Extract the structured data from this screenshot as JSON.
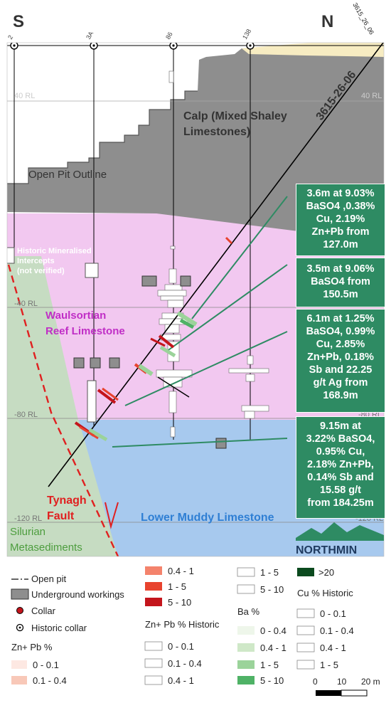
{
  "compass": {
    "south": "S",
    "north": "N"
  },
  "holes": {
    "h2": "2",
    "h3a": "3A",
    "h86": "86",
    "h138": "138",
    "new_collar": "3615_26_06",
    "new_trace": "3615-26-06"
  },
  "rl": {
    "r40": "40 RL",
    "rneg40": "-40 RL",
    "rneg80": "-80 RL",
    "rneg120": "-120 RL"
  },
  "units": {
    "calp": "Calp (Mixed Shaley",
    "calp2": "Limestones)",
    "openpit": "Open Pit Outline",
    "historic1": "Historic Mineralised",
    "historic2": "Intercepts",
    "historic3": "(not verified)",
    "waulsortian1": "Waulsortian",
    "waulsortian2": "Reef Limestone",
    "tynagh1": "Tynagh",
    "tynagh2": "Fault",
    "lml": "Lower Muddy Limestone",
    "silurian1": "Silurian",
    "silurian2": "Metasediments"
  },
  "callouts": [
    {
      "lines": [
        "3.6m at 9.03%",
        "BaSO4 ,0.38%",
        "Cu, 2.19%",
        "Zn+Pb from",
        "127.0m"
      ]
    },
    {
      "lines": [
        "3.5m at 9.06%",
        "BaSO4 from",
        "150.5m"
      ]
    },
    {
      "lines": [
        "6.1m at 1.25%",
        "BaSO4, 0.99%",
        "Cu, 2.85%",
        "Zn+Pb, 0.18%",
        "Sb and 22.25",
        "g/t Ag from",
        "168.9m"
      ]
    },
    {
      "lines": [
        "9.15m at",
        "3.22% BaSO4,",
        "0.95% Cu,",
        "2.18% Zn+Pb,",
        "0.14% Sb and",
        "15.58 g/t",
        "from 184.25m"
      ]
    }
  ],
  "logo": "NORTHMIN",
  "legend": {
    "col1": {
      "items": [
        "Open pit",
        "Underground workings",
        "Collar",
        "Historic collar"
      ],
      "znpb_title": "Zn+ Pb %",
      "znpb": [
        "0 - 0.1",
        "0.1 - 0.4"
      ]
    },
    "col2": {
      "znpb_cont": [
        "0.4 - 1",
        "1 - 5",
        "5 - 10"
      ],
      "hist_title": "Zn+ Pb % Historic",
      "hist": [
        "0 - 0.1",
        "0.1 - 0.4",
        "0.4 - 1"
      ]
    },
    "col3": {
      "top": [
        "1 - 5",
        "5 - 10"
      ],
      "ba_title": "Ba %",
      "ba": [
        "0 - 0.4",
        "0.4 - 1",
        "1 - 5",
        "5 - 10"
      ]
    },
    "col4": {
      "top": [
        ">20"
      ],
      "cu_title": "Cu % Historic",
      "cu": [
        "0 - 0.1",
        "0.1 - 0.4",
        "0.4 - 1",
        "1 - 5"
      ]
    },
    "scale": [
      "0",
      "10",
      "20 m"
    ]
  },
  "colors": {
    "calp": "#8e8e8e",
    "reef": "#f2c8f0",
    "lml": "#a7c9ee",
    "silurian": "#c6dcc2",
    "overburden": "#f7ecc2",
    "callout": "#2e8b63",
    "zn_01_04": "#f8c8b8",
    "zn_0_01": "#fde8e2",
    "zn_04_1": "#f4836c",
    "zn_1_5": "#e8432e",
    "zn_5_10": "#c4151c",
    "ba_0_04": "#eef6ea",
    "ba_04_1": "#cfe8c8",
    "ba_1_5": "#9bd39a",
    "ba_5_10": "#4fb266",
    "ba_gt20": "#0b4a1e",
    "fault": "#e02020",
    "lml_label": "#2f7fd4",
    "reef_label": "#c02ec6",
    "tynagh_label": "#e02020",
    "silurian_label": "#4d9d3e"
  }
}
